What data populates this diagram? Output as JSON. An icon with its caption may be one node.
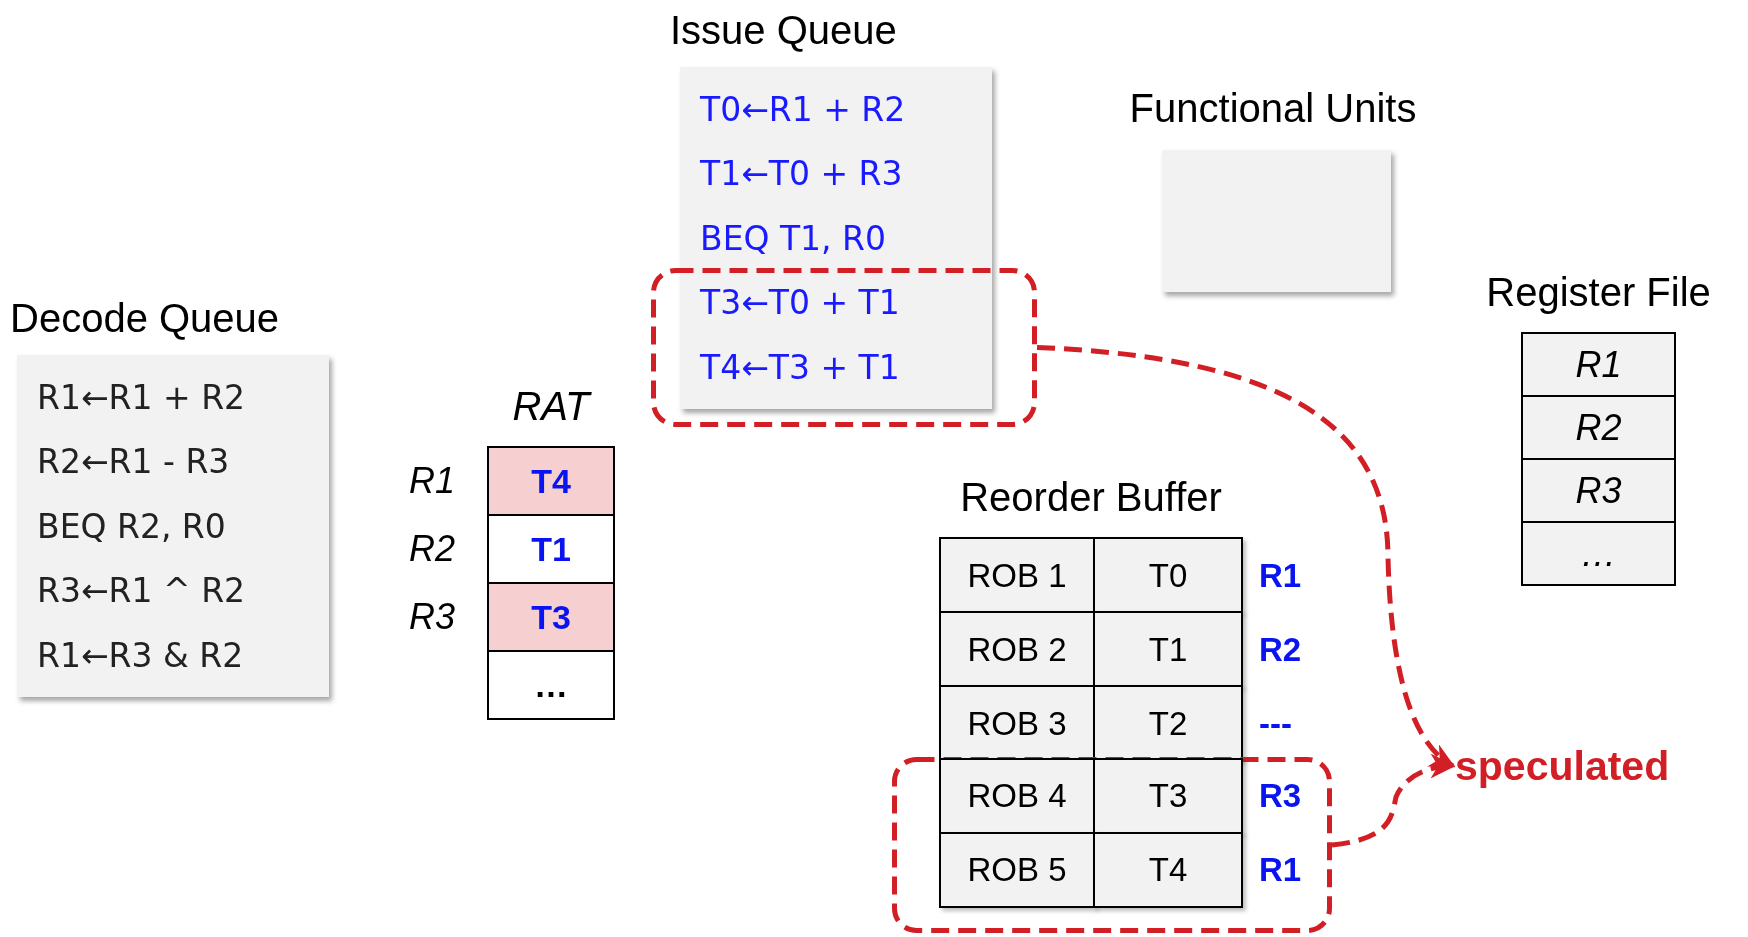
{
  "diagram": {
    "nodes": [
      {
        "text": [
          "Decode Queue",
          "R1←R1 + R2",
          "R2←R1 - R3",
          "BEQ R2, R0",
          "R3←R1 ^ R2",
          "R1←R3 & R2"
        ]
      },
      {
        "text": [
          "Issue Queue",
          "T0←R1 + R2",
          "T1←T0 + R3",
          "BEQ T1, R0"
        ]
      },
      {
        "text": [
          "Functional Units"
        ]
      },
      {
        "text": [
          "RAT"
        ]
      },
      {
        "text": [
          "T4"
        ],
        "in": 3,
        "beside": [
          "R1"
        ]
      },
      {
        "text": [
          "T1"
        ],
        "in": 3,
        "beside": [
          "R2"
        ]
      },
      {
        "text": [
          "T3"
        ],
        "in": 3,
        "beside": [
          "R3"
        ]
      },
      {
        "text": [
          "…"
        ],
        "in": 3
      },
      {
        "text": [
          "Register File"
        ]
      },
      {
        "text": [
          "R1"
        ],
        "in": 8
      },
      {
        "text": [
          "R2"
        ],
        "in": 8
      },
      {
        "text": [
          "R3"
        ],
        "in": 8
      },
      {
        "text": [
          "…"
        ],
        "in": 8
      },
      {
        "text": [
          "Reorder Buffer"
        ]
      },
      {
        "text": [
          "ROB 1",
          "T0"
        ],
        "in": 13,
        "beside": [
          "R1"
        ]
      },
      {
        "text": [
          "ROB 2",
          "T1"
        ],
        "in": 13,
        "beside": [
          "R2"
        ]
      },
      {
        "text": [
          "ROB 3",
          "T2"
        ],
        "in": 13,
        "beside": [
          "---"
        ]
      },
      {
        "text": [
          "T3←T0 + T1",
          "T4←T3 + T1"
        ]
      },
      {
        "text": [],
        "shape": "box"
      },
      {
        "text": [
          "ROB 4",
          "T3"
        ],
        "in": 18,
        "beside": [
          "R3"
        ]
      },
      {
        "text": [
          "ROB 5",
          "T4"
        ],
        "in": 18,
        "beside": [
          "R1"
        ]
      },
      {
        "text": [
          "speculated"
        ]
      }
    ],
    "edges": [
      {
        "from": 17,
        "to": 21,
        "arrow": "to",
        "style": "dashed",
        "color": "#d21f26"
      },
      {
        "from": 18,
        "to": 21,
        "arrow": "to",
        "style": "dashed",
        "color": "#d21f26"
      }
    ]
  }
}
